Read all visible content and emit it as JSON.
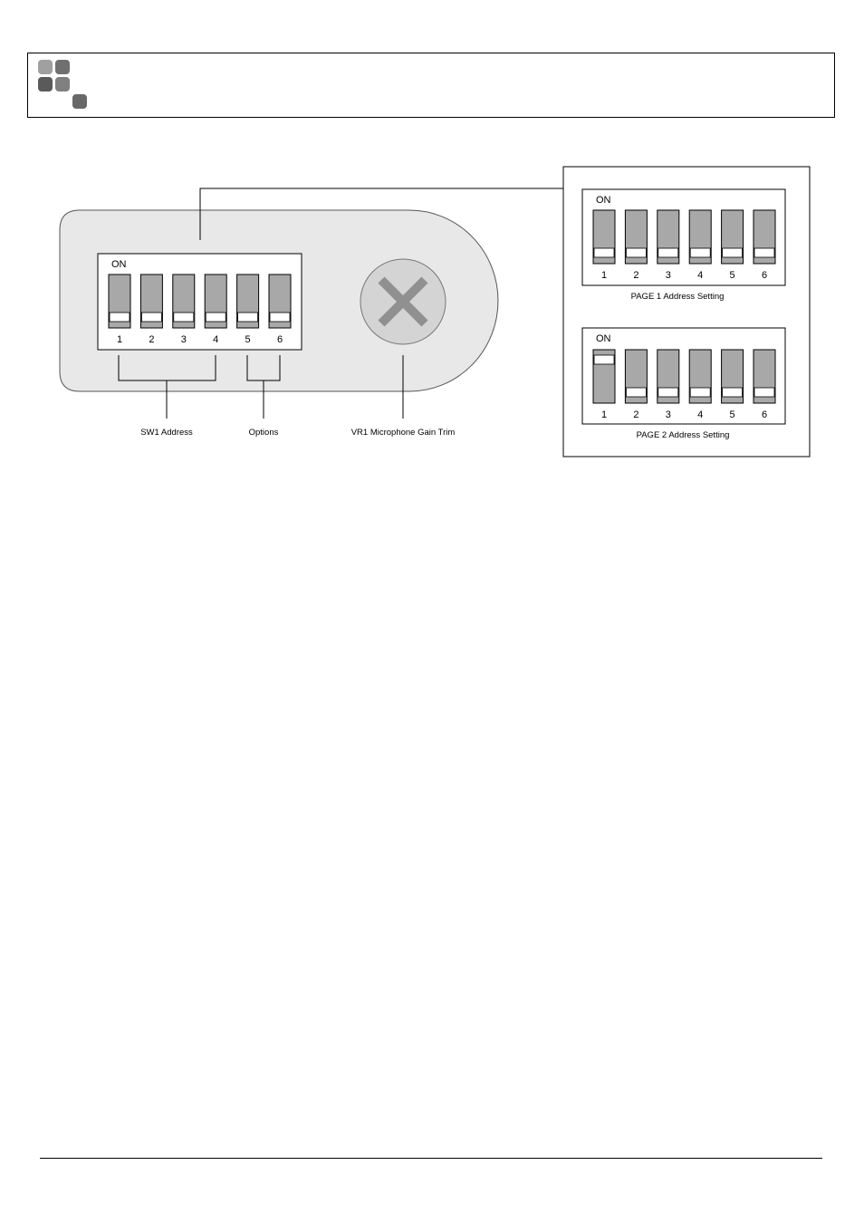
{
  "header": {
    "logo": "logo-squares-icon"
  },
  "colors": {
    "panel_fill": "#e8e8e8",
    "switch_grey": "#a8a8a8",
    "knob_fill": "#d4d4d4",
    "knob_cross": "#909090"
  },
  "device": {
    "dip_switch": {
      "on_label": "ON",
      "switch_numbers": [
        "1",
        "2",
        "3",
        "4",
        "5",
        "6"
      ],
      "states": [
        false,
        false,
        false,
        false,
        false,
        false
      ]
    },
    "knob_icon": "cross-screw-icon",
    "callouts": {
      "address": "SW1 Address",
      "options": "Options",
      "gain": "VR1 Microphone Gain Trim"
    }
  },
  "inset": {
    "page1": {
      "on_label": "ON",
      "switch_numbers": [
        "1",
        "2",
        "3",
        "4",
        "5",
        "6"
      ],
      "states": [
        false,
        false,
        false,
        false,
        false,
        false
      ],
      "caption": "PAGE 1 Address Setting"
    },
    "page2": {
      "on_label": "ON",
      "switch_numbers": [
        "1",
        "2",
        "3",
        "4",
        "5",
        "6"
      ],
      "states": [
        true,
        false,
        false,
        false,
        false,
        false
      ],
      "caption": "PAGE 2 Address Setting"
    }
  }
}
